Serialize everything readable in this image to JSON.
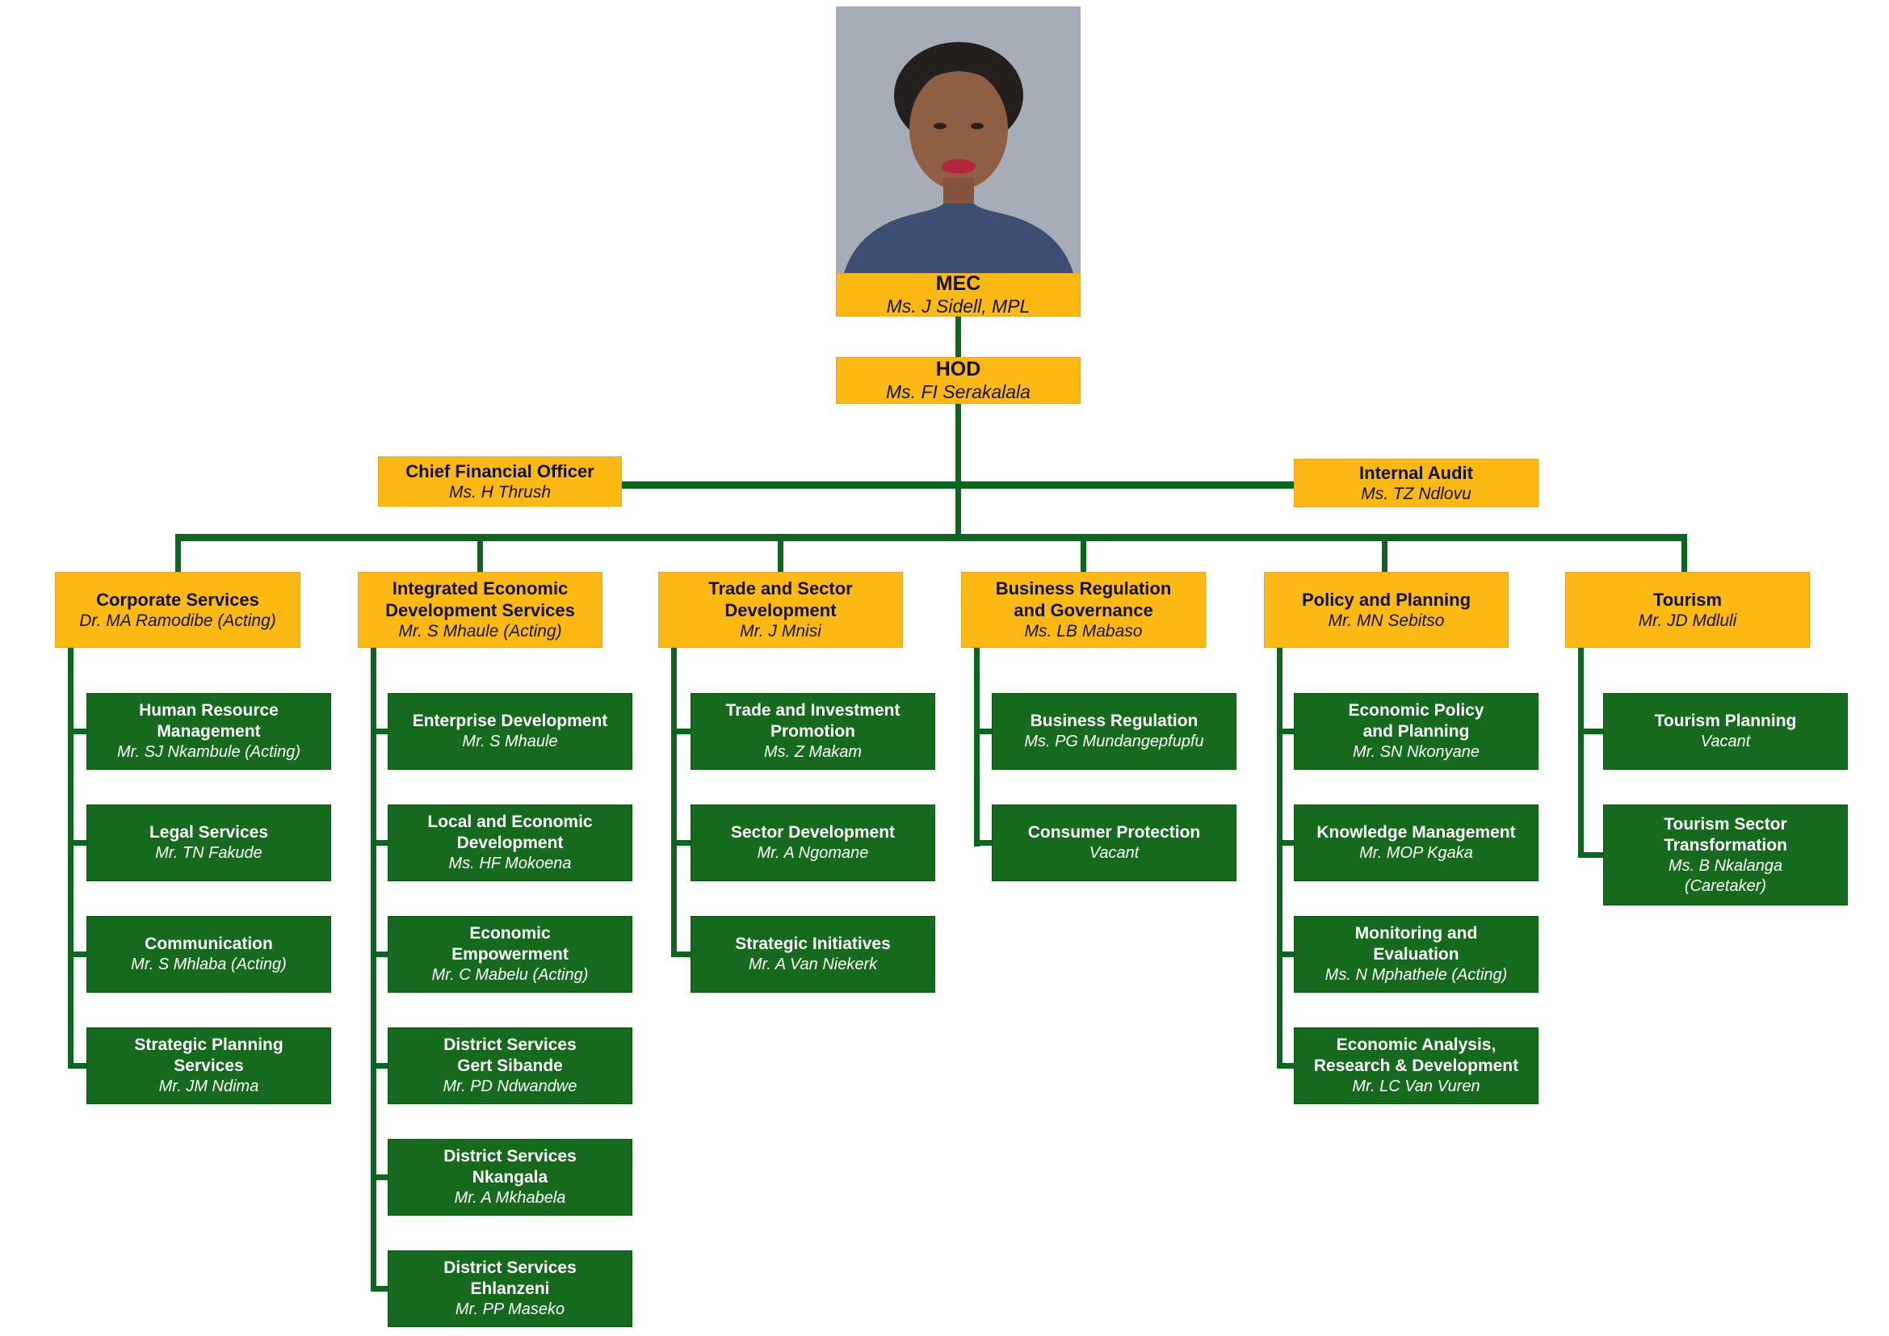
{
  "colors": {
    "box_yellow": "#FCB813",
    "box_green": "#166A1D",
    "connector_green": "#0C661F",
    "text_on_yellow": "#111111",
    "text_on_green": "#FFFFFF",
    "photo_background": "#A7ADB6"
  },
  "org": {
    "mec": {
      "title": "MEC",
      "name": "Ms. J Sidell, MPL"
    },
    "hod": {
      "title": "HOD",
      "name": "Ms. FI Serakalala"
    },
    "cfo": {
      "title": "Chief Financial Officer",
      "name": "Ms. H Thrush"
    },
    "internal_audit": {
      "title": "Internal Audit",
      "name": "Ms. TZ Ndlovu"
    },
    "divisions": [
      {
        "title": "Corporate Services",
        "name": "Dr. MA Ramodibe (Acting)",
        "units": [
          {
            "title": "Human Resource\nManagement",
            "name": "Mr. SJ Nkambule (Acting)"
          },
          {
            "title": "Legal Services",
            "name": "Mr. TN Fakude"
          },
          {
            "title": "Communication",
            "name": "Mr. S Mhlaba (Acting)"
          },
          {
            "title": "Strategic Planning\nServices",
            "name": "Mr. JM Ndima"
          }
        ]
      },
      {
        "title": "Integrated Economic\nDevelopment Services",
        "name": "Mr. S Mhaule (Acting)",
        "units": [
          {
            "title": "Enterprise Development",
            "name": "Mr. S Mhaule"
          },
          {
            "title": "Local and Economic\nDevelopment",
            "name": "Ms. HF Mokoena"
          },
          {
            "title": "Economic\nEmpowerment",
            "name": "Mr. C Mabelu (Acting)"
          },
          {
            "title": "District Services\nGert Sibande",
            "name": "Mr. PD Ndwandwe"
          },
          {
            "title": "District Services\nNkangala",
            "name": "Mr. A Mkhabela"
          },
          {
            "title": "District Services\nEhlanzeni",
            "name": "Mr. PP Maseko"
          }
        ]
      },
      {
        "title": "Trade and Sector\nDevelopment",
        "name": "Mr. J Mnisi",
        "units": [
          {
            "title": "Trade and Investment\nPromotion",
            "name": "Ms. Z Makam"
          },
          {
            "title": "Sector Development",
            "name": "Mr. A Ngomane"
          },
          {
            "title": "Strategic Initiatives",
            "name": "Mr. A Van Niekerk"
          }
        ]
      },
      {
        "title": "Business Regulation\nand Governance",
        "name": "Ms. LB Mabaso",
        "units": [
          {
            "title": "Business Regulation",
            "name": "Ms. PG Mundangepfupfu"
          },
          {
            "title": "Consumer Protection",
            "name": "Vacant"
          }
        ]
      },
      {
        "title": "Policy and Planning",
        "name": "Mr. MN Sebitso",
        "units": [
          {
            "title": "Economic Policy\nand Planning",
            "name": "Mr. SN Nkonyane"
          },
          {
            "title": "Knowledge Management",
            "name": "Mr. MOP Kgaka"
          },
          {
            "title": "Monitoring and\nEvaluation",
            "name": "Ms. N Mphathele (Acting)"
          },
          {
            "title": "Economic Analysis,\nResearch & Development",
            "name": "Mr. LC Van Vuren"
          }
        ]
      },
      {
        "title": "Tourism",
        "name": "Mr. JD Mdluli",
        "units": [
          {
            "title": "Tourism Planning",
            "name": "Vacant"
          },
          {
            "title": "Tourism Sector\nTransformation",
            "name": "Ms. B Nkalanga\n(Caretaker)"
          }
        ]
      }
    ]
  }
}
